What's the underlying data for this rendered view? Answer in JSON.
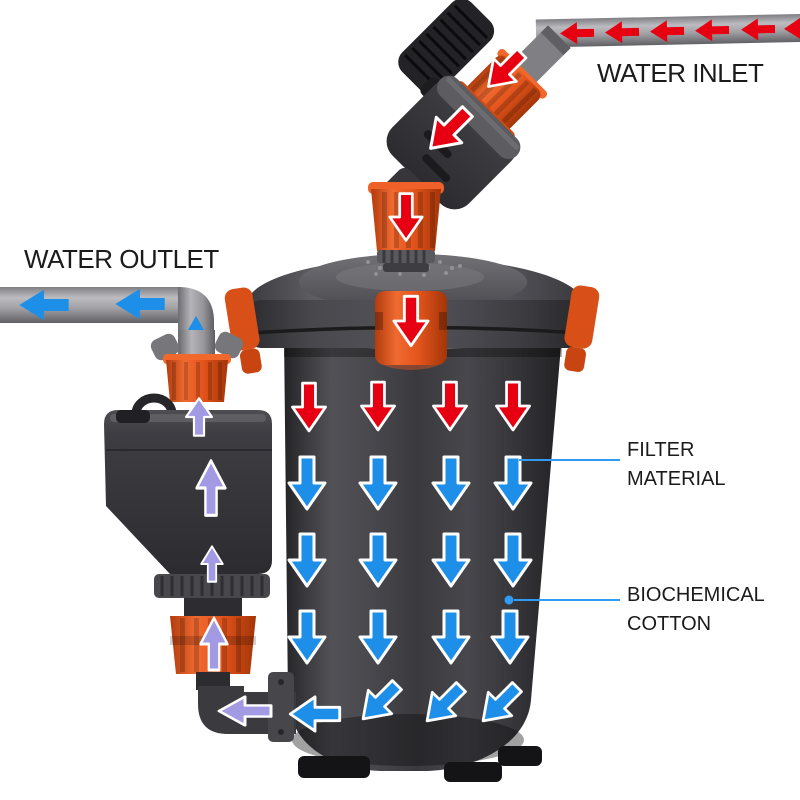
{
  "page": {
    "description": "External aquarium canister filter water-flow diagram"
  },
  "labels": {
    "water_inlet": "WATER INLET",
    "water_outlet": "WATER OUTLET",
    "filter_material": {
      "line1": "FILTER",
      "line2": "MATERIAL"
    },
    "biochemical_cotton": {
      "line1": "BIOCHEMICAL",
      "line2": "COTTON"
    }
  },
  "colors": {
    "inlet-red": "#e60012",
    "flow-blue": "#1e8fe8",
    "pump-purple": "#a29ae2",
    "fitting-orange": "#e4541c",
    "pipe-gray": "#a2a2a6",
    "canister-dark": "#3a3a3e",
    "callout-blue": "#2f9bf2",
    "label-text": "#1b1b1b",
    "background": "#ffffff"
  },
  "flow": {
    "inlet_pipe_arrows": 6,
    "inlet_valve_arrows": 3,
    "lid_clip_arrows": 1,
    "canister_red_arrows": 4,
    "canister_blue_arrows": 16,
    "pump_purple_arrows": 5,
    "outlet_pipe_arrows": 3
  }
}
